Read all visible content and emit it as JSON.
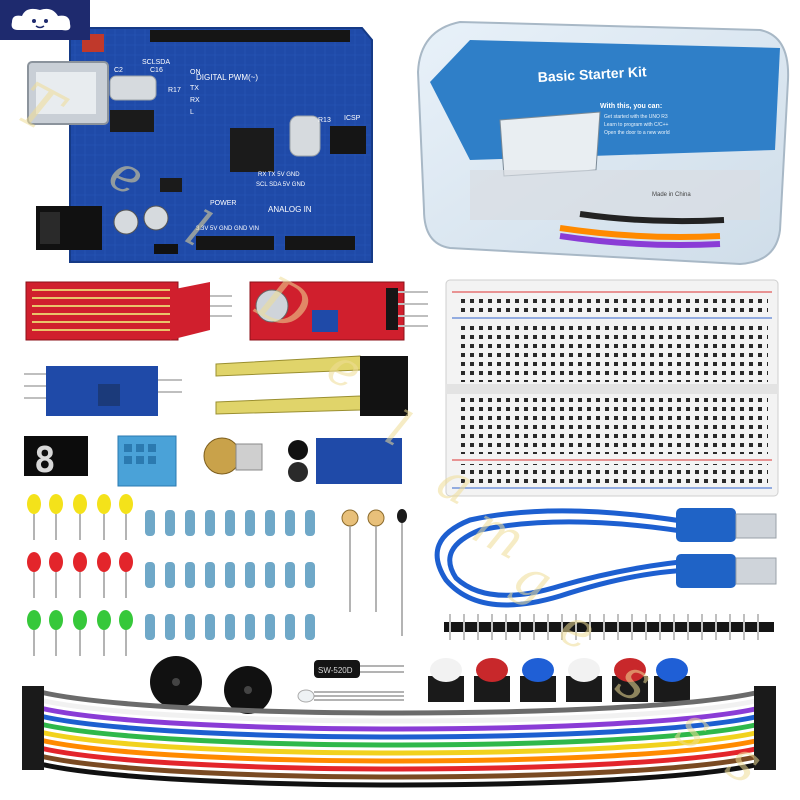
{
  "board": {
    "labels": {
      "digital": "DIGITAL PWM(~)",
      "analog": "ANALOG IN",
      "power": "POWER",
      "icsp": "ICSP",
      "pins_top": "SCLSDA",
      "power_pins": "3.3V 5V GND GND VIN",
      "rx_tx": "RX TX 5V GND",
      "scl_sda": "SCL SDA 5V GND",
      "on": "ON",
      "tx": "TX",
      "rx": "RX",
      "l": "L",
      "r13": "R13",
      "c2": "C2",
      "c16": "C16",
      "r17": "R17"
    }
  },
  "kit_box": {
    "title": "Basic Starter Kit",
    "subtitle": "With this, you can:",
    "bullets": [
      "Get started with the UNO R3",
      "Learn to program with C/C++",
      "Open the door to a new world"
    ],
    "made_in": "Made in China"
  },
  "capacitor_label": "SW-520D",
  "seven_segment_digit": "8",
  "watermark_chars": [
    "T",
    "e",
    "l",
    "D",
    "e",
    "l",
    "a",
    "m",
    "g",
    "e",
    "s",
    "s",
    "s"
  ],
  "colors": {
    "board_blue": "#1f4aa8",
    "box_blue": "#2f7fc8",
    "breadboard": "#f3f3f3",
    "cable_blue": "#1d5fd0",
    "sensor_red": "#d01f2d",
    "led_yellow": "#f4e21a",
    "led_red": "#e3252b",
    "led_green": "#36c83a"
  },
  "icons": {
    "logo": "cloud-face-icon"
  }
}
